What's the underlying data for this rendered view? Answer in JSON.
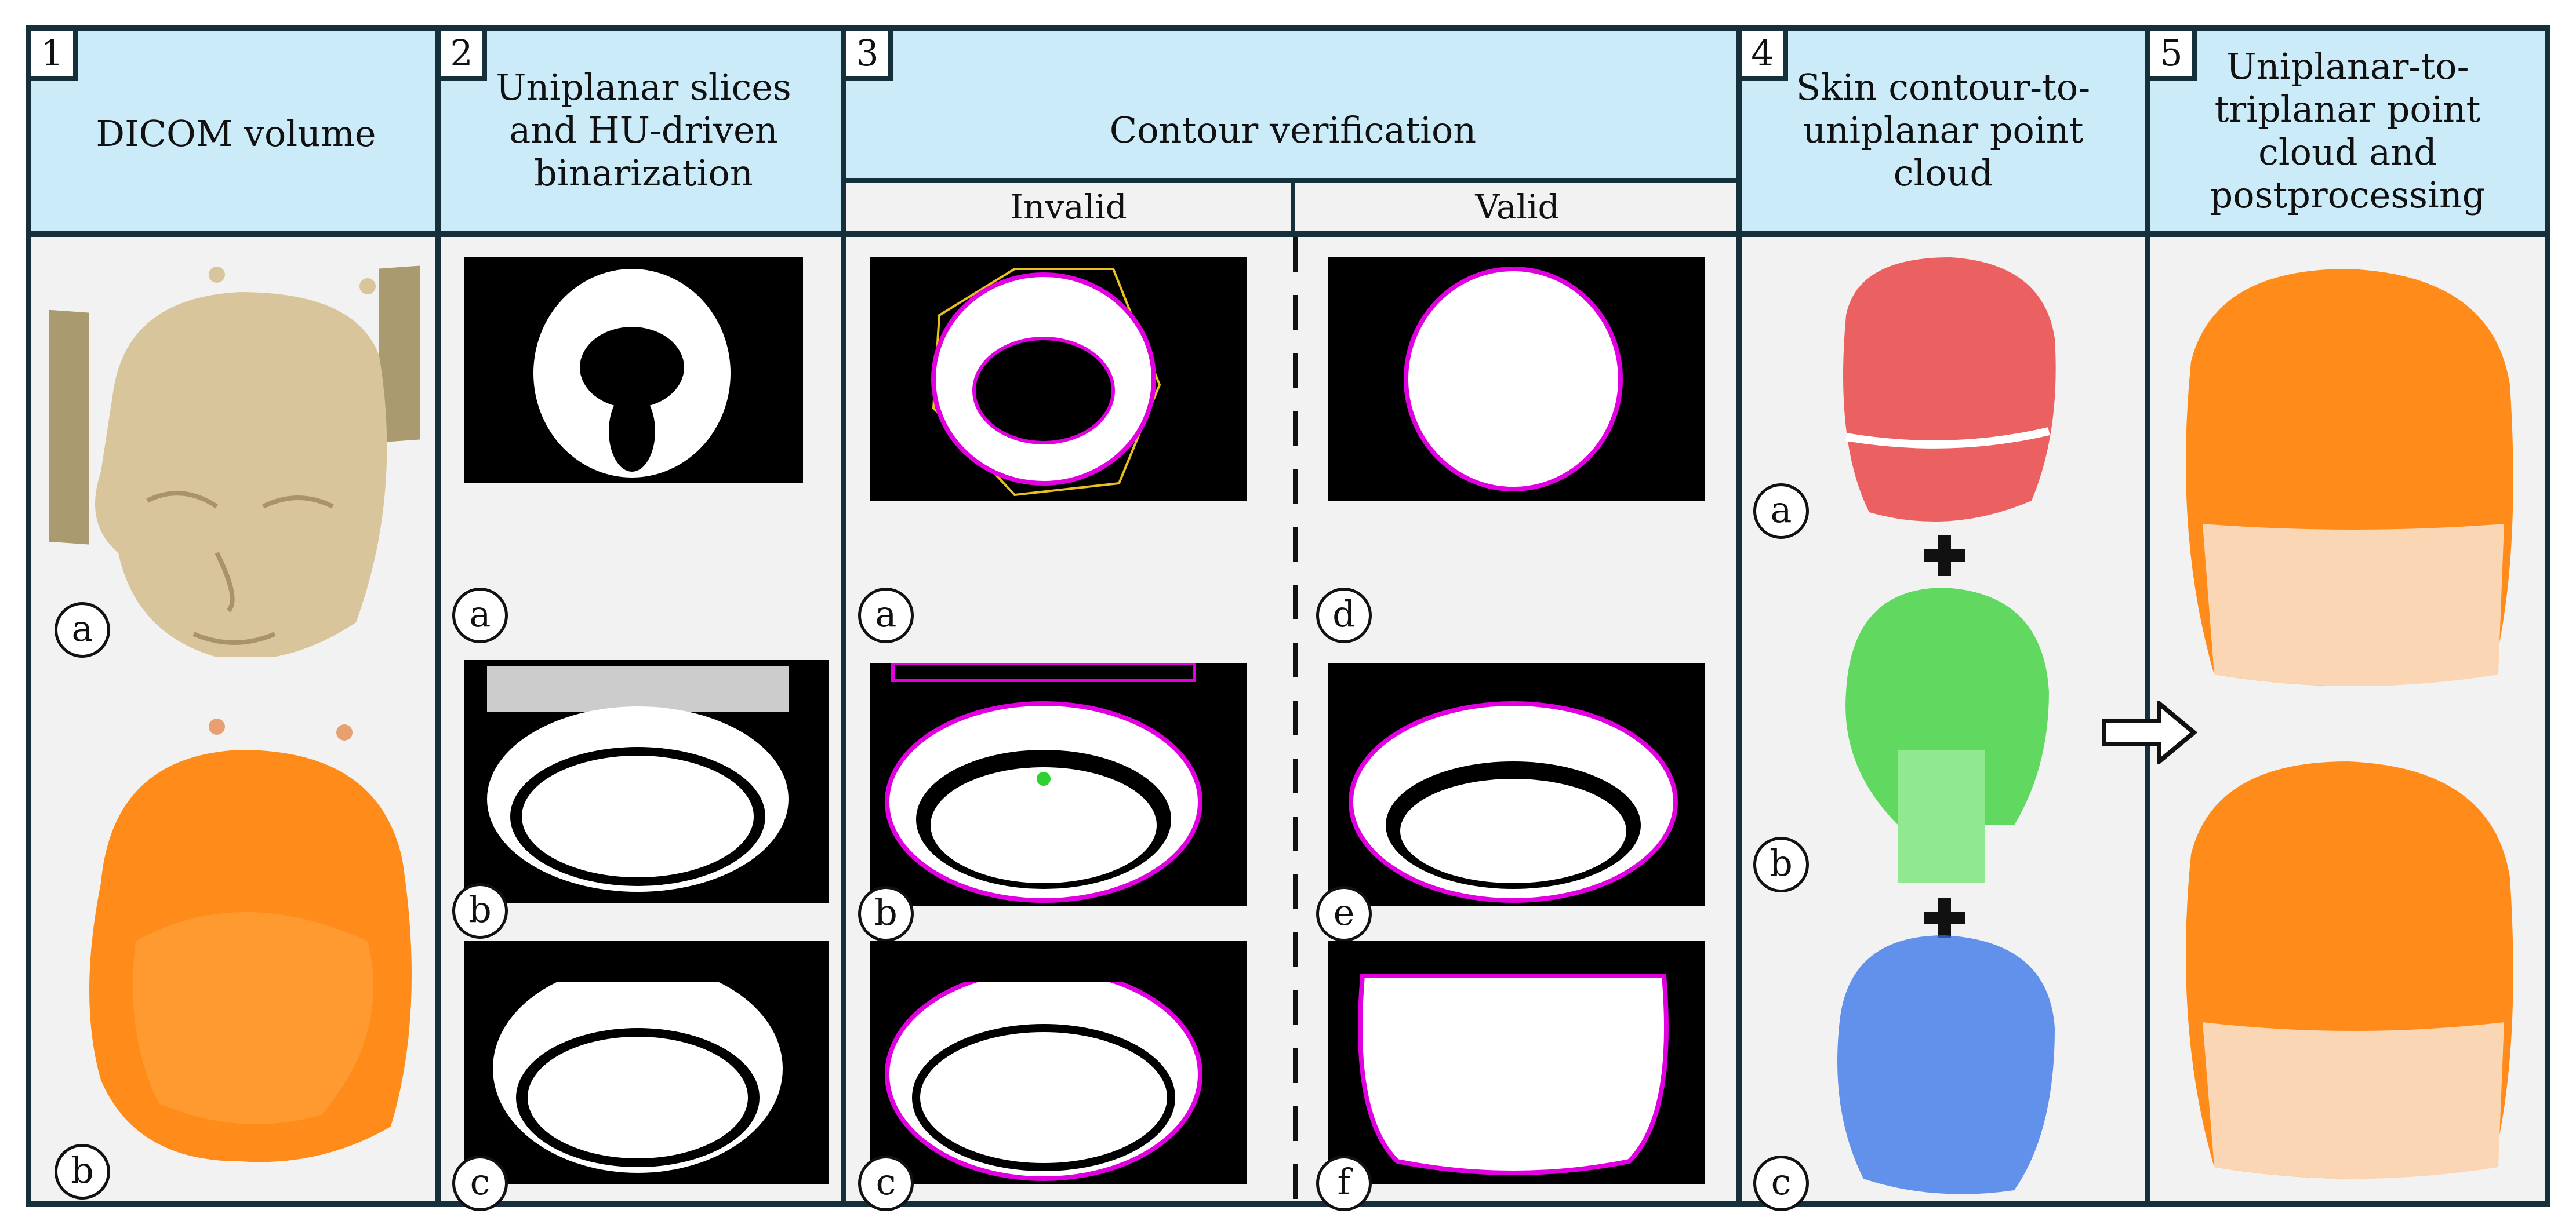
{
  "sections": [
    {
      "number": "1",
      "title_lines": [
        "DICOM volume"
      ]
    },
    {
      "number": "2",
      "title_lines": [
        "Uniplanar slices",
        "and HU-driven",
        "binarization"
      ]
    },
    {
      "number": "3",
      "title_lines": [
        "Contour verification"
      ],
      "sub_invalid": "Invalid",
      "sub_valid": "Valid"
    },
    {
      "number": "4",
      "title_lines": [
        "Skin contour-to-",
        "uniplanar point",
        "cloud"
      ]
    },
    {
      "number": "5",
      "title_lines": [
        "Uniplanar-to-",
        "triplanar point",
        "cloud and",
        "postprocessing"
      ]
    }
  ],
  "labels": {
    "s1": [
      "a",
      "b"
    ],
    "s2": [
      "a",
      "b",
      "c"
    ],
    "s3_invalid": [
      "a",
      "b",
      "c"
    ],
    "s3_valid": [
      "d",
      "e",
      "f"
    ],
    "s4": [
      "a",
      "b",
      "c"
    ]
  },
  "icons": {
    "plus": "plus-icon",
    "arrow": "right-arrow-icon"
  },
  "colors": {
    "frame": "#15303a",
    "header": "#ccebf9",
    "body": "#f2f2f2",
    "skin": "#d8c59c",
    "orange": "#ff8c1a",
    "contour": "#e000e0",
    "hull": "#e8c020",
    "red": "#e83030",
    "green": "#30d030",
    "blue": "#3070e8"
  }
}
